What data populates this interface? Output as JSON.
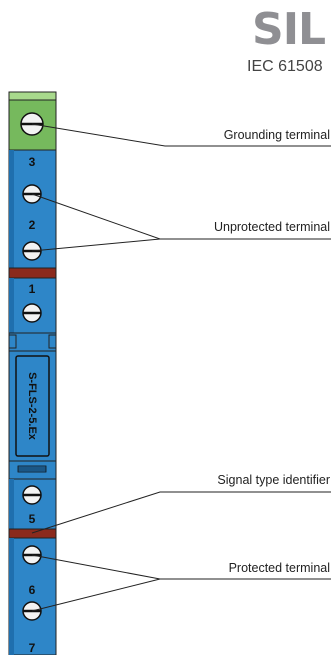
{
  "header": {
    "brand": "SIL",
    "standard": "IEC 61508"
  },
  "module": {
    "label": "S-FLS-2-5.Ex",
    "terminal_numbers": [
      "3",
      "2",
      "1",
      "5",
      "6",
      "7"
    ],
    "colors": {
      "body_blue": "#2e86c8",
      "body_blue_dark": "#1f6fae",
      "ground_green": "#76b95d",
      "separator_red": "#8b2a1d",
      "screw_fill": "#f3f3f3",
      "outline": "#222222"
    }
  },
  "callouts": {
    "grounding": "Grounding terminal",
    "unprotected": "Unprotected terminal",
    "signal": "Signal type identifier",
    "protected": "Protected terminal"
  }
}
